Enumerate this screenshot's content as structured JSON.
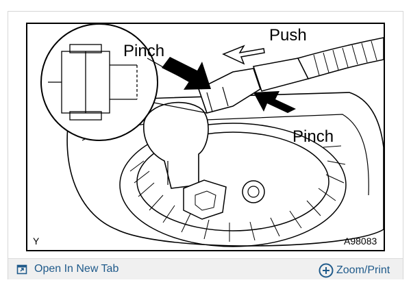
{
  "figure": {
    "labels": {
      "pinch_top": "Pinch",
      "push": "Push",
      "pinch_bottom": "Pinch",
      "view_marker": "Y",
      "figure_id": "A98083"
    }
  },
  "toolbar": {
    "open_tab_label": "Open In New Tab",
    "open_tab_icon": "open-in-new-tab-icon",
    "zoom_label": "Zoom/Print",
    "zoom_icon": "zoom-plus-icon"
  },
  "colors": {
    "link": "#1f5a8a",
    "toolbar_bg": "#f0f0f0"
  }
}
